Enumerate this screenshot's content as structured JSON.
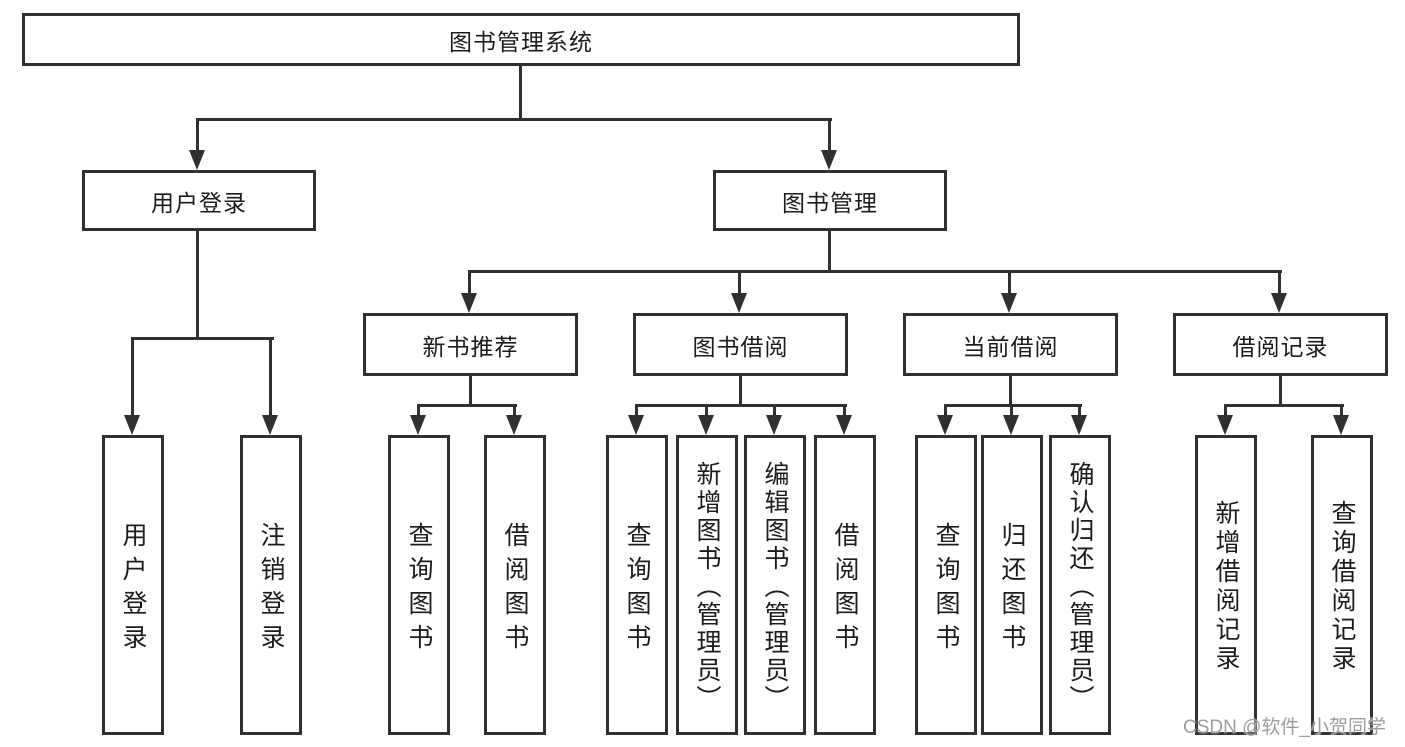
{
  "diagram": {
    "title": "图书管理系统",
    "level2": {
      "user_login": "用户登录",
      "book_management": "图书管理"
    },
    "level3": {
      "new_book_recommend": "新书推荐",
      "book_borrow": "图书借阅",
      "current_borrow": "当前借阅",
      "borrow_records": "借阅记录"
    },
    "leaves": {
      "user_login": "用户登录",
      "logout": "注销登录",
      "query_books_newrec": "查询图书",
      "borrow_books_newrec": "借阅图书",
      "query_books_borrow": "查询图书",
      "add_books_admin": "新增图书（管理员）",
      "edit_books_admin": "编辑图书（管理员）",
      "borrow_books_borrow": "借阅图书",
      "query_books_current": "查询图书",
      "return_books": "归还图书",
      "confirm_return_admin": "确认归还（管理员）",
      "add_borrow_record": "新增借阅记录",
      "query_borrow_record": "查询借阅记录"
    },
    "watermark": "CSDN @软件_小贺同学",
    "colors": {
      "line": "#303030",
      "text": "#1c1c1c",
      "background": "#ffffff",
      "watermark": "#9c9c9c"
    }
  }
}
